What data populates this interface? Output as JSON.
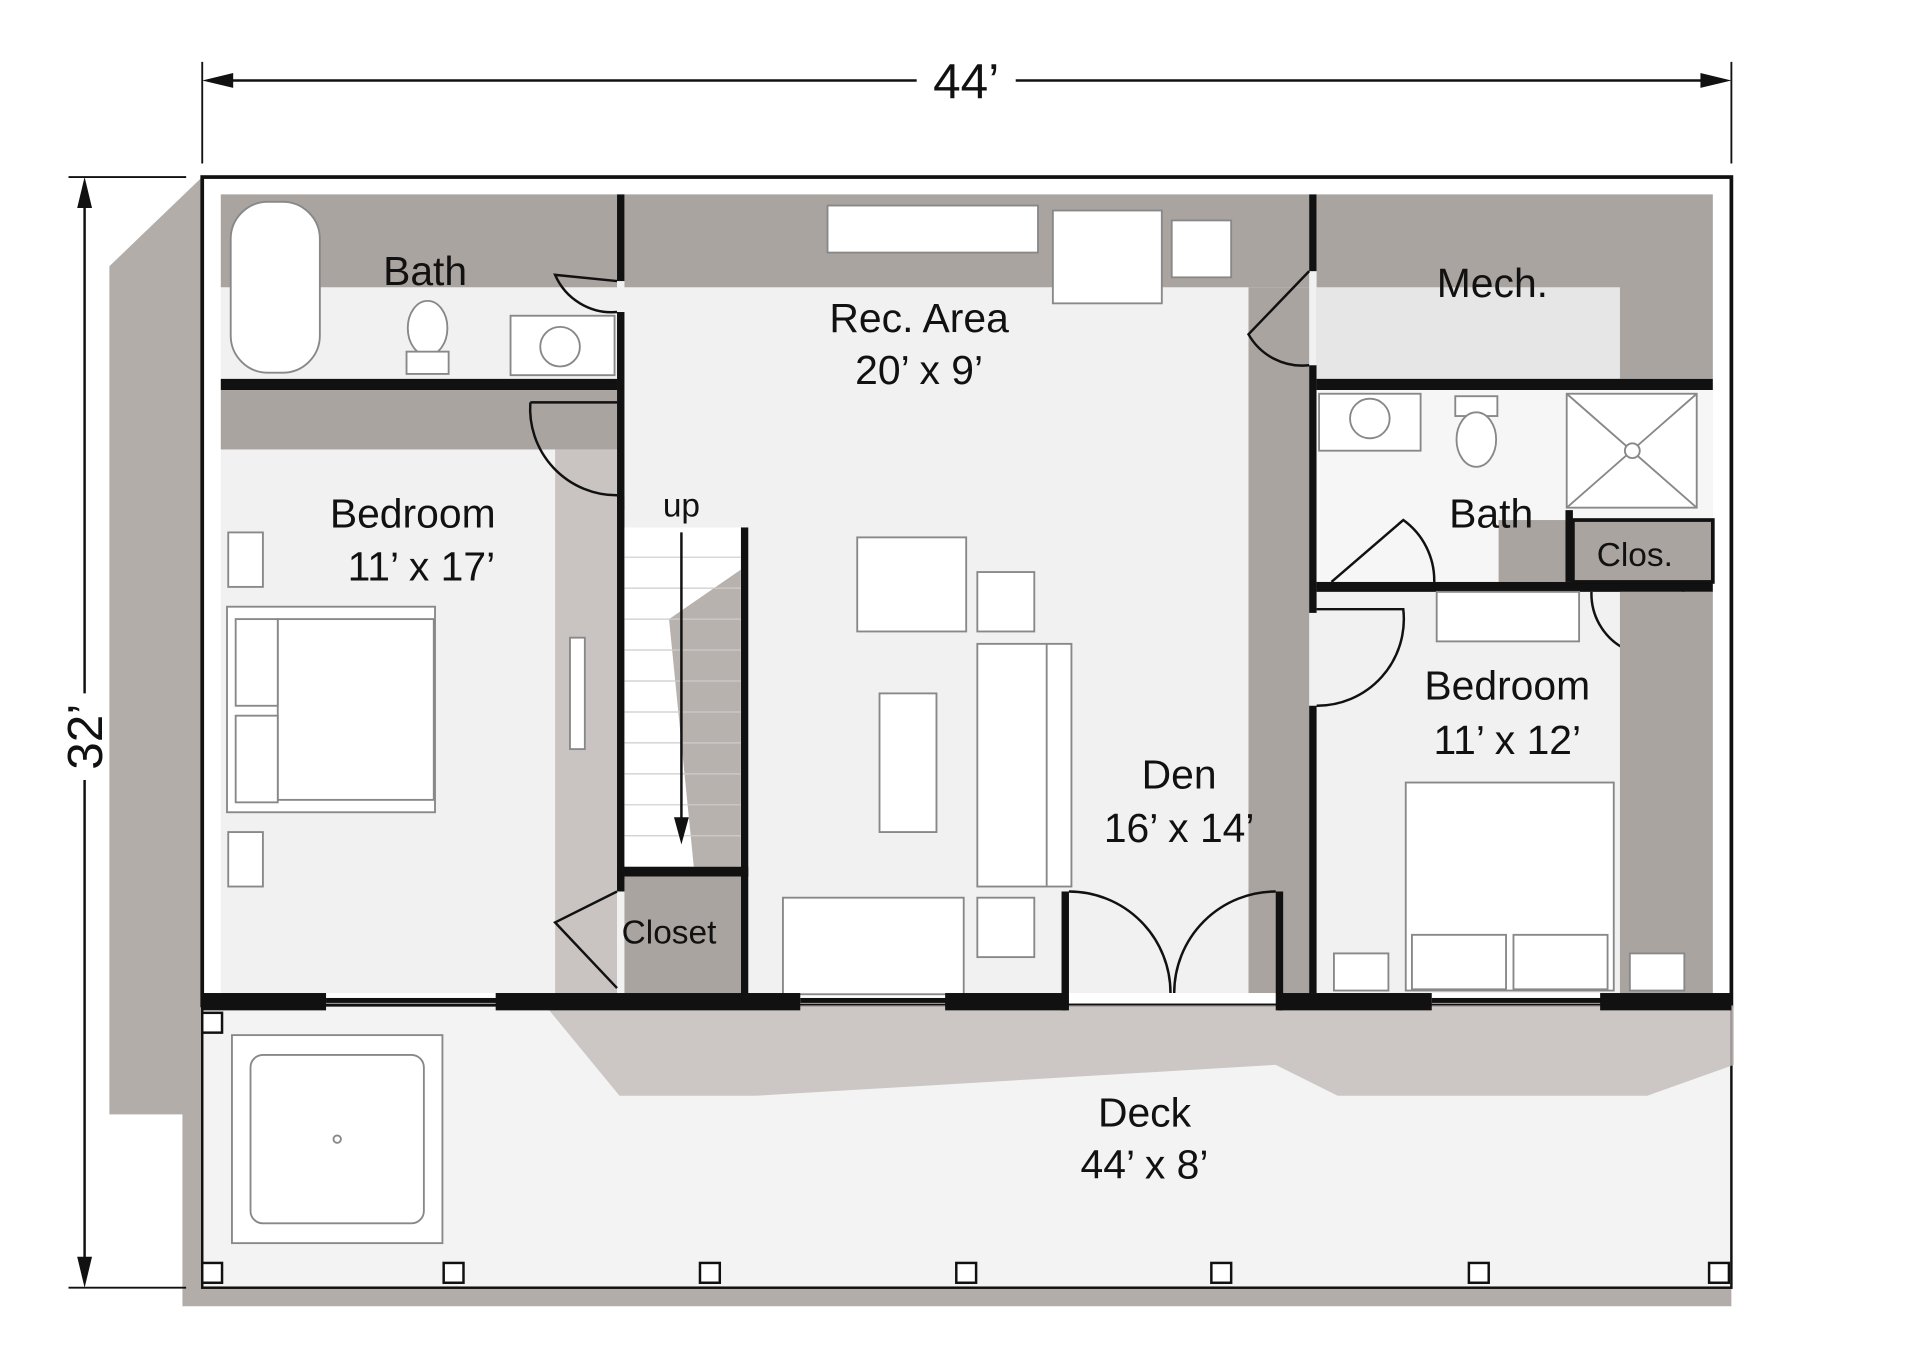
{
  "dimensions": {
    "width": "44’",
    "depth": "32’"
  },
  "rooms": {
    "bath_left": {
      "name": "Bath"
    },
    "rec_area": {
      "name": "Rec. Area",
      "size": "20’ x 9’"
    },
    "mech": {
      "name": "Mech."
    },
    "bedroom_left": {
      "name": "Bedroom",
      "size": "11’ x 17’"
    },
    "stairs": {
      "label": "up"
    },
    "closet": {
      "name": "Closet"
    },
    "bath_right": {
      "name": "Bath"
    },
    "clos": {
      "name": "Clos."
    },
    "bedroom_right": {
      "name": "Bedroom",
      "size": "11’ x 12’"
    },
    "den": {
      "name": "Den",
      "size": "16’ x 14’"
    },
    "deck": {
      "name": "Deck",
      "size": "44’ x 8’"
    }
  },
  "colors": {
    "shadow": "#b3adaa",
    "floor": "#f1f1f1",
    "wall": "#111111",
    "dark_floor": "#aaa4a1"
  }
}
